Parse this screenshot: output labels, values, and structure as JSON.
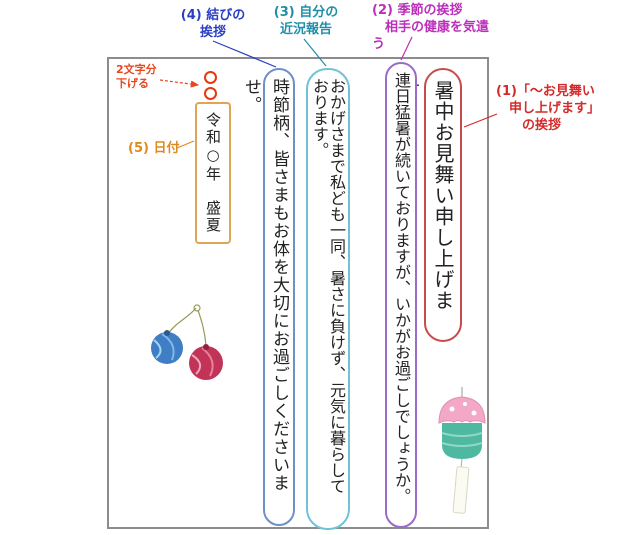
{
  "annotations": {
    "greeting_label": "(1)「〜お見舞い\n　申し上げます」\n　　の挨拶",
    "seasonal_label": "(2) 季節の挨拶\n　相手の健康を気遣う",
    "status_label": "(3) 自分の\n近況報告",
    "closing_label": "(4) 結びの\n挨拶",
    "date_label": "(5) 日付",
    "indent_note": "2文字分\n下げる"
  },
  "card": {
    "greeting": "暑中お見舞い申し上げます",
    "seasonal_greeting": "連日猛暑が続いておりますが、いかがお過ごしでしょうか。",
    "status_report_line1": "おかげさまで私ども一同、暑さに負けず、元気に暮らして",
    "status_report_line2": "おります。",
    "closing_greeting": "時節柄、皆さまもお体を大切にお過ごしくださいませ。",
    "date": "令和○年　盛夏"
  },
  "colors": {
    "card_border": "#8c8c8c",
    "greeting_box": "#c94a4a",
    "seasonal_box": "#9b6bc9",
    "status_box": "#6fc3d6",
    "closing_box": "#6f8fc9",
    "date_box": "#e0a457",
    "name_circle": "#e8380d",
    "annotation_red": "#d42a2a",
    "annotation_magenta": "#bb2fbb",
    "annotation_teal": "#1f8fa8",
    "annotation_blue": "#2b3fc4",
    "annotation_orange": "#e08a1e",
    "indent_note_red": "#e8471e"
  }
}
